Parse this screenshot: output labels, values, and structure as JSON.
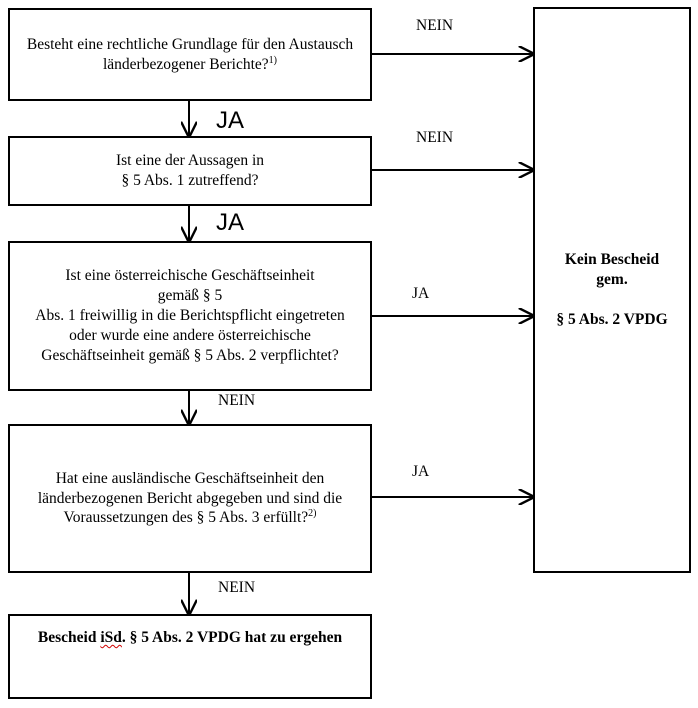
{
  "box1": {
    "text": "Besteht eine rechtliche Grundlage für den Austausch länderbezogener Berichte?",
    "footnote": "1)"
  },
  "box2": {
    "line1": "Ist eine der Aussagen in",
    "line2": "§ 5 Abs. 1 zutreffend?"
  },
  "box3": {
    "line1": "Ist eine österreichische Geschäftseinheit",
    "line2": "gemäß § 5",
    "line3": "Abs. 1 freiwillig in die Berichtspflicht eingetreten oder wurde eine andere österreichische Geschäftseinheit gemäß § 5 Abs. 2 verpflichtet?"
  },
  "box4": {
    "text": "Hat eine ausländische Geschäftseinheit den länderbezogenen Bericht abgegeben und sind die Voraussetzungen des § 5 Abs. 3 erfüllt?",
    "footnote": "2)"
  },
  "box5": {
    "prefix": "Bescheid ",
    "sic_word": "iSd",
    "suffix": ". § 5 Abs. 2 VPDG hat zu ergehen"
  },
  "result_box": {
    "line1": "Kein Bescheid",
    "line2": "gem.",
    "line3": "§ 5 Abs. 2 VPDG"
  },
  "labels": {
    "nein_1": "NEIN",
    "nein_2": "NEIN",
    "ja_3": "JA",
    "ja_4": "JA",
    "ja_down_1": "JA",
    "ja_down_2": "JA",
    "nein_down_3": "NEIN",
    "nein_down_4": "NEIN"
  }
}
